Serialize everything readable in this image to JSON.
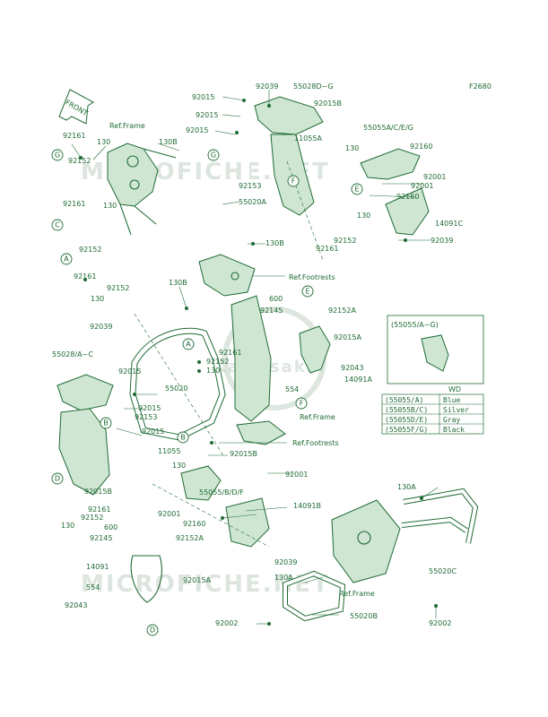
{
  "figure_id": "F2680",
  "front_label": "FRONT",
  "ref_labels": {
    "ref_frame_top": "Ref.Frame",
    "ref_footrests_top": "Ref.Footrests",
    "ref_frame_mid": "Ref.Frame",
    "ref_footrests_mid": "Ref.Footrests",
    "ref_frame_bottom": "Ref.Frame"
  },
  "watermarks": {
    "top": "MICROFICHE.NET",
    "bottom": "MICROFICHE.NET",
    "logo": "Kawasaki"
  },
  "callouts": [
    "G",
    "C",
    "A",
    "G",
    "F",
    "E",
    "E",
    "B",
    "B",
    "F",
    "D",
    "D",
    "A"
  ],
  "part_numbers": {
    "p92039_top": "92039",
    "p55028_dg": "55028D~G",
    "p92015_a": "92015",
    "p92015b_top": "92015B",
    "p92015_b": "92015",
    "p55055_aceg": "55055A/C/E/G",
    "p92015_c": "92015",
    "p11055a": "11055A",
    "p92161_tl": "92161",
    "p130_tl": "130",
    "p130b_a": "130B",
    "p130_r": "130",
    "p92160_a": "92160",
    "p92001_a": "92001",
    "p92152_tl": "92152",
    "p92001_b": "92001",
    "p92153_a": "92153",
    "p92160_b": "92160",
    "p55020a": "55020A",
    "p14091c": "14091C",
    "p92161_l2": "92161",
    "p130_l2": "130",
    "p130_mr": "130",
    "p92152_mr": "92152",
    "p92161_mr": "92161",
    "p92039_r": "92039",
    "p92152_l2": "92152",
    "p130b_b": "130B",
    "p92161_l3": "92161",
    "p92152_l3": "92152",
    "p130_l3": "130",
    "p130b_c": "130B",
    "p600_a": "600",
    "p92145_a": "92145",
    "p92152a_a": "92152A",
    "p92039_m": "92039",
    "p92015a_a": "92015A",
    "p92161_m": "92161",
    "p92152_m": "92152",
    "p130_m": "130",
    "p92043_a": "92043",
    "p14091a": "14091A",
    "p554_a": "554",
    "p55028_ac": "55028/A~C",
    "p92015_d": "92015",
    "p55020": "55020",
    "p92015_e": "92015",
    "p92153_b": "92153",
    "p92015_f": "92015",
    "p11055": "11055",
    "p92015b_m": "92015B",
    "p130_b": "130",
    "p92001_c": "92001",
    "p92015b_l": "92015B",
    "p55055_bdf": "55055/B/D/F",
    "p92161_b": "92161",
    "p92152_b": "92152",
    "p130_bl": "130",
    "p92001_d": "92001",
    "p92160_c": "92160",
    "p14091b": "14091B",
    "p600_b": "600",
    "p92145_b": "92145",
    "p92152a_b": "92152A",
    "p92039_b": "92039",
    "p14091": "14091",
    "p92015a_b": "92015A",
    "p554_b": "554",
    "p92043_b": "92043",
    "p130a_a": "130A",
    "p130a_b": "130A",
    "p55020c": "55020C",
    "p55020b": "55020B",
    "p92002_a": "92002",
    "p92002_b": "92002"
  },
  "color_table": {
    "title": "(55055/A~G)",
    "header": "WD",
    "rows": [
      {
        "code": "(55055/A)",
        "color": "Blue"
      },
      {
        "code": "(55055B/C)",
        "color": "Silver"
      },
      {
        "code": "(55055D/E)",
        "color": "Gray"
      },
      {
        "code": "(55055F/G)",
        "color": "Black"
      }
    ]
  },
  "colors": {
    "ink": "#1f6b34",
    "fill": "#cfe6d3",
    "watermark": "#9fb7a4"
  }
}
